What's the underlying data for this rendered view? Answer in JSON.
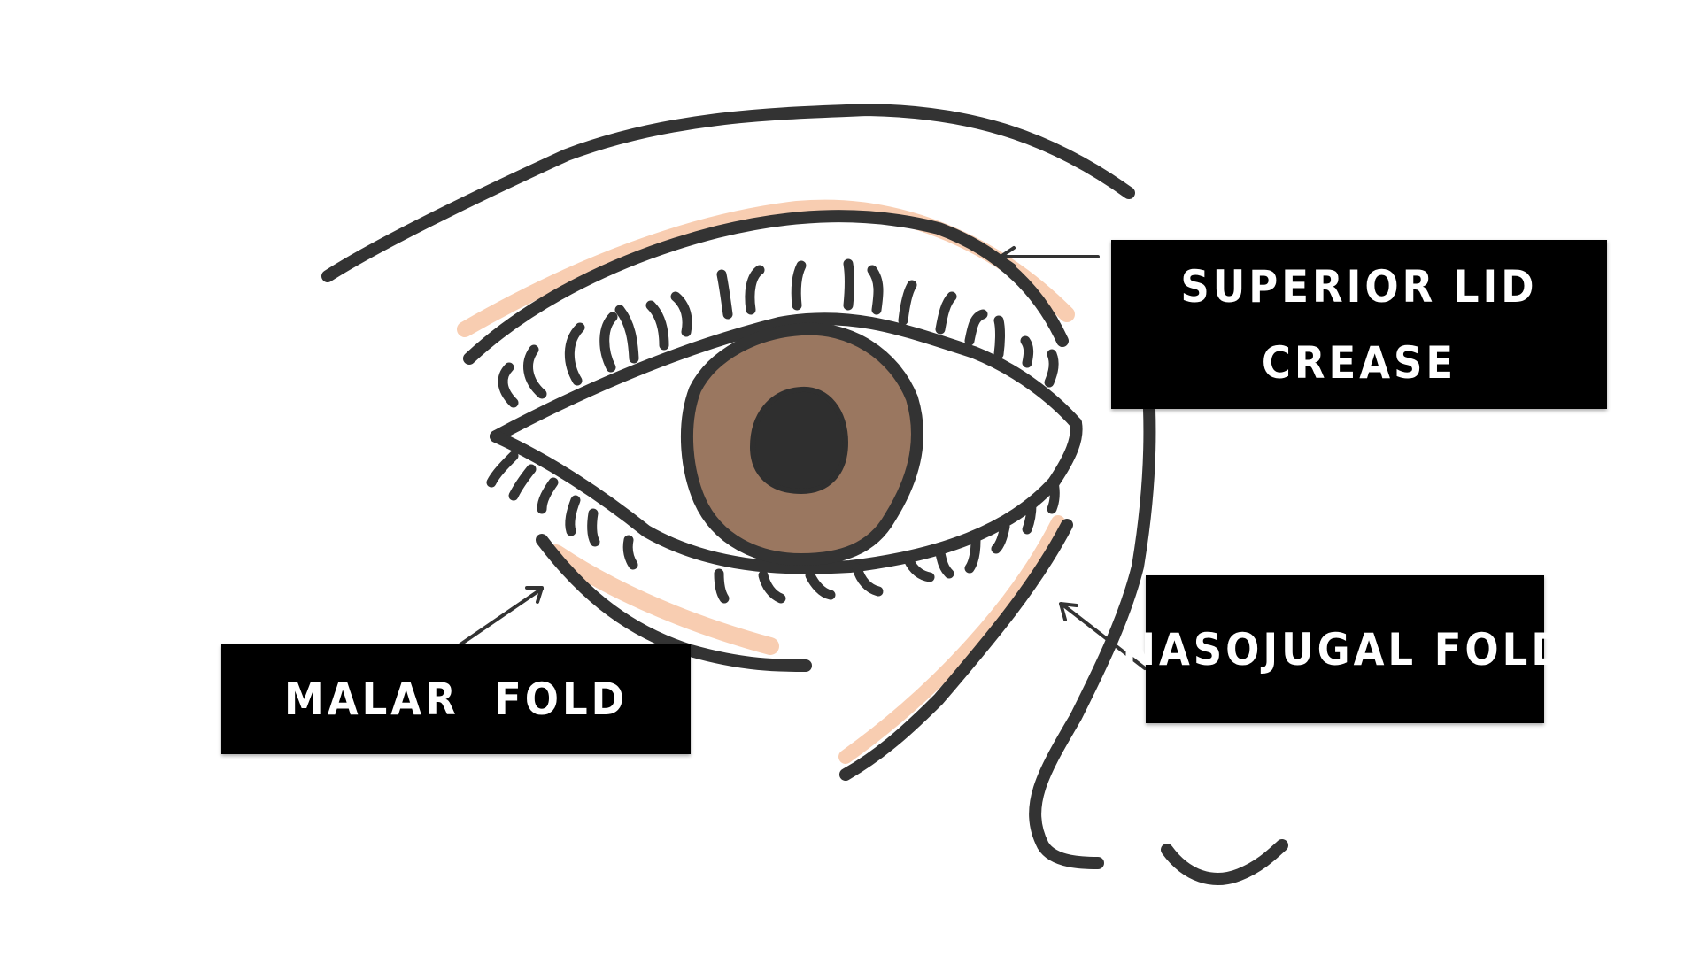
{
  "labels": {
    "superior_lid_crease_line1": "SUPERIOR LID",
    "superior_lid_crease_line2": "CREASE",
    "nasojugal_fold": "NASOJUGAL FOLD",
    "malar_fold": "MALAR  FOLD"
  },
  "colors": {
    "stroke": "#333333",
    "iris": "#9a7760",
    "pupil": "#2f2f2f",
    "fold_highlight": "#f7c4a3",
    "label_background": "#000000",
    "label_text": "#ffffff"
  }
}
